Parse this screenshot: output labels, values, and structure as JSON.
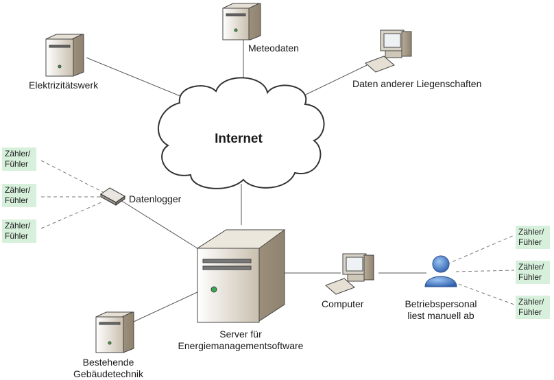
{
  "nodes": {
    "meteo": "Meteodaten",
    "ew": "Elektrizitätswerk",
    "other": "Daten anderer Liegenschaften",
    "internet": "Internet",
    "logger": "Datenlogger",
    "server_l1": "Server für",
    "server_l2": "Energiemanagementsoftware",
    "computer": "Computer",
    "staff_l1": "Betriebspersonal",
    "staff_l2": "liest manuell ab",
    "bgt_l1": "Bestehende",
    "bgt_l2": "Gebäudetechnik"
  },
  "sensor": {
    "l1": "Zähler/",
    "l2": "Fühler"
  },
  "colors": {
    "sensor_bg": "#d7f0dc",
    "line": "#555555",
    "person": "#3d78c8"
  }
}
